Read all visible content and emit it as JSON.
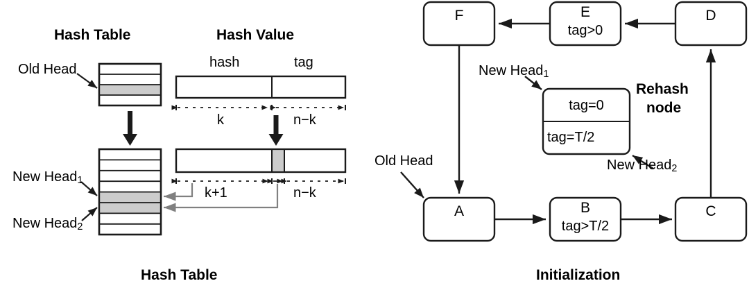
{
  "figure": {
    "panels": [
      {
        "id": "hash-table-panel",
        "caption": "Hash Table",
        "headings": {
          "left": "Hash Table",
          "right": "Hash Value"
        },
        "field_labels": {
          "hash": "hash",
          "tag": "tag"
        },
        "pointer_labels": {
          "old_head": "Old Head",
          "new_head_1_base": "New Head",
          "new_head_1_sub": "1",
          "new_head_2_base": "New Head",
          "new_head_2_sub": "2"
        },
        "dimension_labels": {
          "top_left": "k",
          "top_right": "n−k",
          "bottom_left": "k+1",
          "bottom_right": "n−k"
        },
        "tables": [
          {
            "name": "old-hash-table",
            "rows": 4,
            "highlighted_rows": [
              2
            ]
          },
          {
            "name": "new-hash-table",
            "rows": 8,
            "highlighted_rows": [
              4,
              5
            ]
          }
        ],
        "hash_value_bars": [
          {
            "name": "old-hash-value-bar",
            "split_fraction": 0.566,
            "highlight": null
          },
          {
            "name": "new-hash-value-bar",
            "split_fraction": 0.566,
            "highlight": {
              "start": 0.566,
              "end": 0.64
            }
          }
        ]
      },
      {
        "id": "initialization-panel",
        "caption": "Initialization",
        "nodes": [
          {
            "name": "node-f",
            "title": "F",
            "subtitle": ""
          },
          {
            "name": "node-e",
            "title": "E",
            "subtitle": "tag>0"
          },
          {
            "name": "node-d",
            "title": "D",
            "subtitle": ""
          },
          {
            "name": "node-a",
            "title": "A",
            "subtitle": ""
          },
          {
            "name": "node-b",
            "title": "B",
            "subtitle": "tag>T/2"
          },
          {
            "name": "node-c",
            "title": "C",
            "subtitle": ""
          }
        ],
        "rehash_node": {
          "label_line1": "Rehash",
          "label_line2": "node",
          "upper_cell": "tag=0",
          "lower_cell": "tag=T/2"
        },
        "pointer_labels": {
          "old_head": "Old Head",
          "new_head_1_base": "New Head",
          "new_head_1_sub": "1",
          "new_head_2_base": "New Head",
          "new_head_2_sub": "2"
        },
        "edges": [
          {
            "from": "D",
            "to": "E"
          },
          {
            "from": "E",
            "to": "F"
          },
          {
            "from": "F",
            "to": "A"
          },
          {
            "from": "A",
            "to": "B"
          },
          {
            "from": "B",
            "to": "C"
          },
          {
            "from": "C",
            "to": "D"
          }
        ]
      }
    ]
  },
  "colors": {
    "stroke": "#1a1a1a",
    "highlight_fill": "#cccccc",
    "connector_gray": "#808080",
    "background": "#ffffff"
  }
}
